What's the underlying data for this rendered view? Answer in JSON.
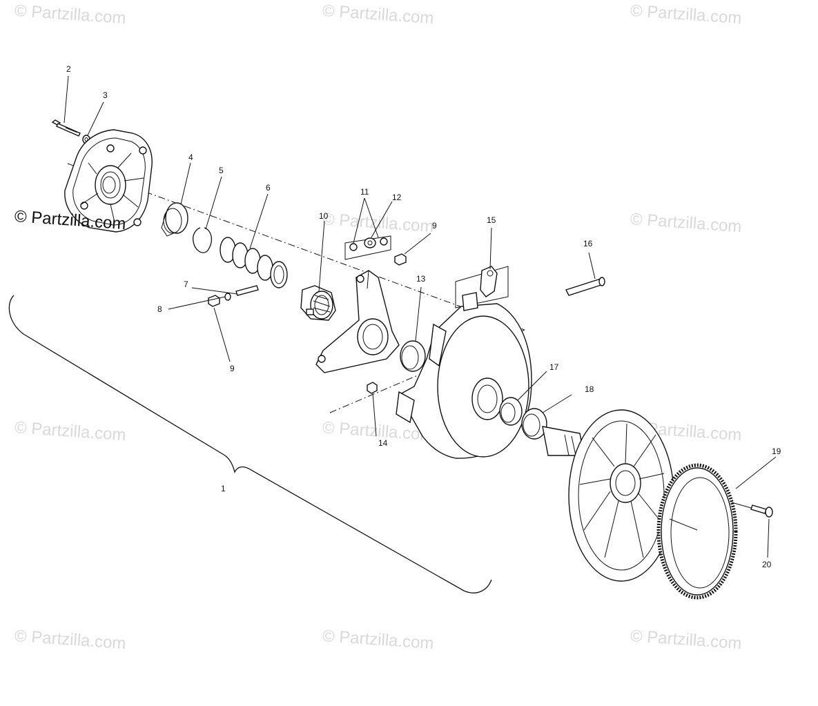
{
  "watermark": {
    "text": "© Partzilla.com",
    "main_text": "© Partzilla.com"
  },
  "callouts": {
    "c1": "1",
    "c2": "2",
    "c3": "3",
    "c4": "4",
    "c5": "5",
    "c6": "6",
    "c7": "7",
    "c8": "8",
    "c9a": "9",
    "c9b": "9",
    "c10": "10",
    "c11": "11",
    "c12": "12",
    "c13": "13",
    "c14": "14",
    "c15": "15",
    "c16": "16",
    "c17": "17",
    "c18": "18",
    "c19": "19",
    "c20": "20"
  }
}
